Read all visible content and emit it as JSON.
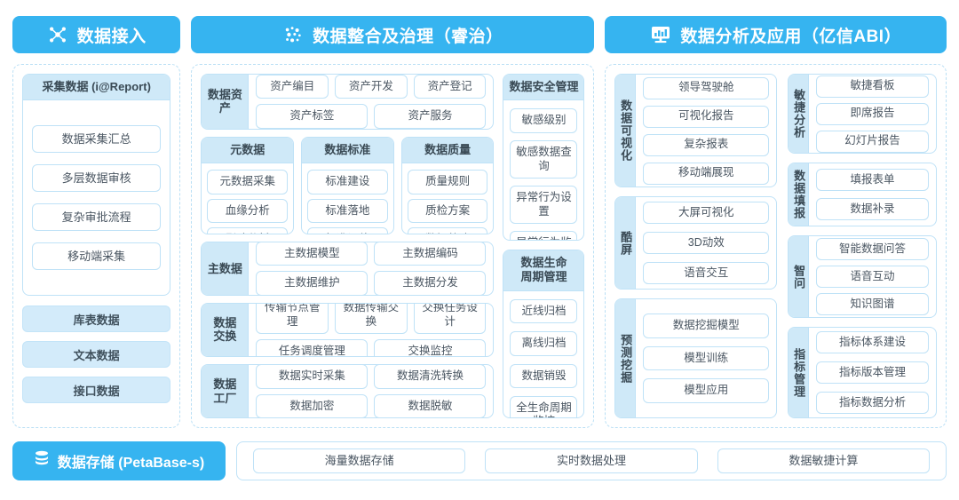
{
  "columns": [
    {
      "header": {
        "label": "数据接入",
        "icon": "network-nodes-icon"
      },
      "collect_panel": {
        "title": "采集数据 (i@Report)",
        "items": [
          "数据采集汇总",
          "多层数据审核",
          "复杂审批流程",
          "移动端采集"
        ]
      },
      "source_items": [
        "库表数据",
        "文本数据",
        "接口数据"
      ]
    },
    {
      "header": {
        "label": "数据整合及治理（睿治）",
        "icon": "data-dots-icon"
      },
      "asset_panel": {
        "label": "数据资产",
        "row1": [
          "资产编目",
          "资产开发",
          "资产登记"
        ],
        "row2": [
          "资产标签",
          "资产服务"
        ]
      },
      "triple_panels": [
        {
          "title": "元数据",
          "items": [
            "元数据采集",
            "血缘分析",
            "影响分析"
          ]
        },
        {
          "title": "数据标准",
          "items": [
            "标准建设",
            "标准落地",
            "标准评估"
          ]
        },
        {
          "title": "数据质量",
          "items": [
            "质量规则",
            "质检方案",
            "数据整改"
          ]
        }
      ],
      "master_panel": {
        "label": "主数据",
        "row1": [
          "主数据模型",
          "主数据编码"
        ],
        "row2": [
          "主数据维护",
          "主数据分发"
        ]
      },
      "exchange_panel": {
        "label": "数据交换",
        "row1": [
          "传输节点管理",
          "数据传输交换",
          "交换任务设计"
        ],
        "row2": [
          "任务调度管理",
          "交换监控"
        ]
      },
      "factory_panel": {
        "label": "数据工厂",
        "row1": [
          "数据实时采集",
          "数据清洗转换"
        ],
        "row2": [
          "数据加密",
          "数据脱敏"
        ]
      },
      "security_panel": {
        "title": "数据安全管理",
        "items": [
          "敏感级别",
          "敏感数据查询",
          "异常行为设置",
          "异常行为监控"
        ]
      },
      "lifecycle_panel": {
        "title": "数据生命\n周期管理",
        "title_line1": "数据生命",
        "title_line2": "周期管理",
        "items": [
          "近线归档",
          "离线归档",
          "数据销毁",
          "全生命周期\n监控"
        ],
        "item4_line1": "全生命周期",
        "item4_line2": "监控"
      }
    },
    {
      "header": {
        "label": "数据分析及应用（亿信ABI）",
        "icon": "monitor-chart-icon"
      },
      "left_panels": [
        {
          "label": "数据可视化",
          "items": [
            "领导驾驶舱",
            "可视化报告",
            "复杂报表",
            "移动端展现"
          ]
        },
        {
          "label": "酷屏",
          "items": [
            "大屏可视化",
            "3D动效",
            "语音交互"
          ]
        },
        {
          "label": "预测挖掘",
          "items": [
            "数据挖掘模型",
            "模型训练",
            "模型应用"
          ]
        }
      ],
      "right_panels": [
        {
          "label": "敏捷分析",
          "items": [
            "敏捷看板",
            "即席报告",
            "幻灯片报告"
          ]
        },
        {
          "label": "数据填报",
          "items": [
            "填报表单",
            "数据补录"
          ]
        },
        {
          "label": "智问",
          "items": [
            "智能数据问答",
            "语音互动",
            "知识图谱"
          ]
        },
        {
          "label": "指标管理",
          "items": [
            "指标体系建设",
            "指标版本管理",
            "指标数据分析"
          ]
        }
      ]
    }
  ],
  "storage": {
    "button_label": "数据存储 (PetaBase-s)",
    "button_icon": "database-stack-icon",
    "items": [
      "海量数据存储",
      "实时数据处理",
      "数据敏捷计算"
    ]
  },
  "colors": {
    "brand": "#36b4f0",
    "panel_header": "#cfe9f8",
    "border": "#bfe2f7",
    "solid_pill": "#d3ebfa",
    "text": "#4a5662"
  }
}
